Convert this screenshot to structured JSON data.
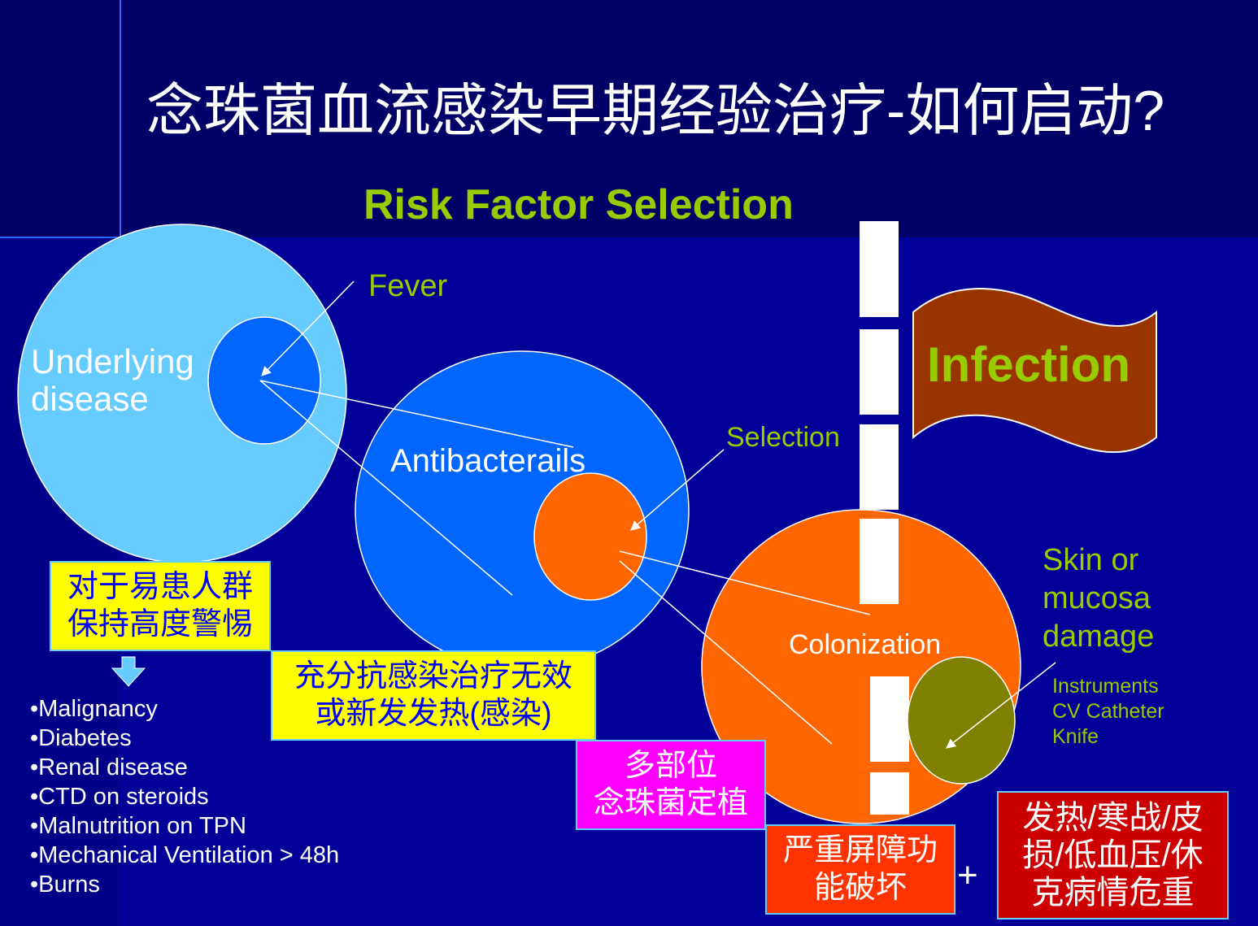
{
  "title": "念珠菌血流感染早期经验治疗-如何启动?",
  "subtitle": "Risk Factor Selection",
  "circles": {
    "underlying": {
      "line1": "Underlying",
      "line2": "disease"
    },
    "fever": "Fever",
    "antibacterials": "Antibacterails",
    "selection": "Selection",
    "colonization": "Colonization",
    "skin": {
      "line1": "Skin or",
      "line2": "mucosa",
      "line3": "damage"
    },
    "instruments": [
      "Instruments",
      "CV Catheter",
      "Knife"
    ]
  },
  "flag": "Infection",
  "boxes": {
    "vigilance": {
      "line1": "对于易患人群",
      "line2": "保持高度警惕"
    },
    "antiinfection": {
      "line1": "充分抗感染治疗无效",
      "line2": "或新发发热(感染)"
    },
    "multisite": {
      "line1": "多部位",
      "line2": "念珠菌定植"
    },
    "barrier": {
      "line1": "严重屏障功",
      "line2": "能破坏"
    },
    "plus": "+",
    "symptoms": {
      "line1": "发热/寒战/皮",
      "line2": "损/低血压/休",
      "line3": "克病情危重"
    }
  },
  "risk_list": [
    "•Malignancy",
    "•Diabetes",
    "•Renal disease",
    "•CTD on steroids",
    "•Malnutrition on TPN",
    "•Mechanical Ventilation > 48h",
    "•Burns"
  ],
  "colors": {
    "bg_top": "#000066",
    "bg": "#000099",
    "light_blue": "#66ccff",
    "blue": "#0066ff",
    "orange": "#ff6600",
    "olive": "#808000",
    "flag": "#993300",
    "green": "#99cc00"
  }
}
